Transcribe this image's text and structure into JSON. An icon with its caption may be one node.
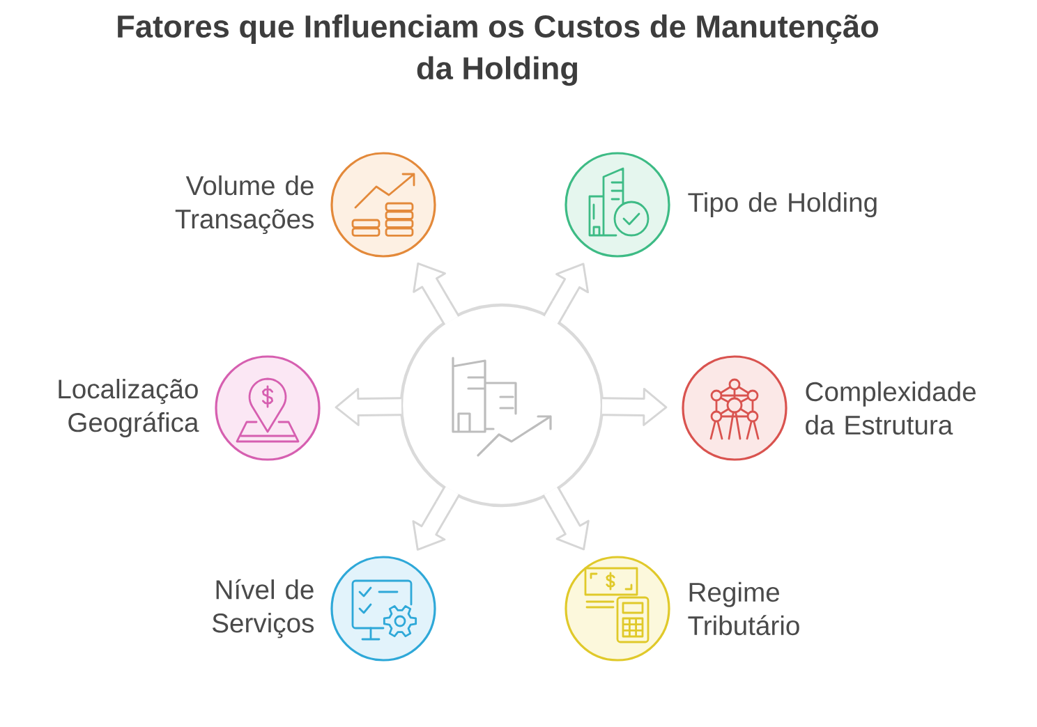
{
  "diagram": {
    "title": "Fatores que Influenciam os Custos de Manutenção da Holding",
    "nodes": [
      {
        "text": [
          "Volume de Transações"
        ]
      },
      {
        "text": [
          "Tipo de Holding"
        ]
      },
      {
        "text": [
          "Localização Geográfica"
        ]
      },
      {
        "text": [],
        "shape": "circle"
      },
      {
        "text": [
          "Complexidade da Estrutura"
        ]
      },
      {
        "text": [
          "Nível de Serviços"
        ]
      },
      {
        "text": [
          "Regime Tributário"
        ]
      }
    ],
    "edges": [
      {
        "from": 3,
        "to": 0,
        "arrow": "to"
      },
      {
        "from": 3,
        "to": 1,
        "arrow": "to"
      },
      {
        "from": 3,
        "to": 2,
        "arrow": "to"
      },
      {
        "from": 3,
        "to": 4,
        "arrow": "to"
      },
      {
        "from": 3,
        "to": 5,
        "arrow": "to"
      },
      {
        "from": 3,
        "to": 6,
        "arrow": "to"
      }
    ]
  }
}
